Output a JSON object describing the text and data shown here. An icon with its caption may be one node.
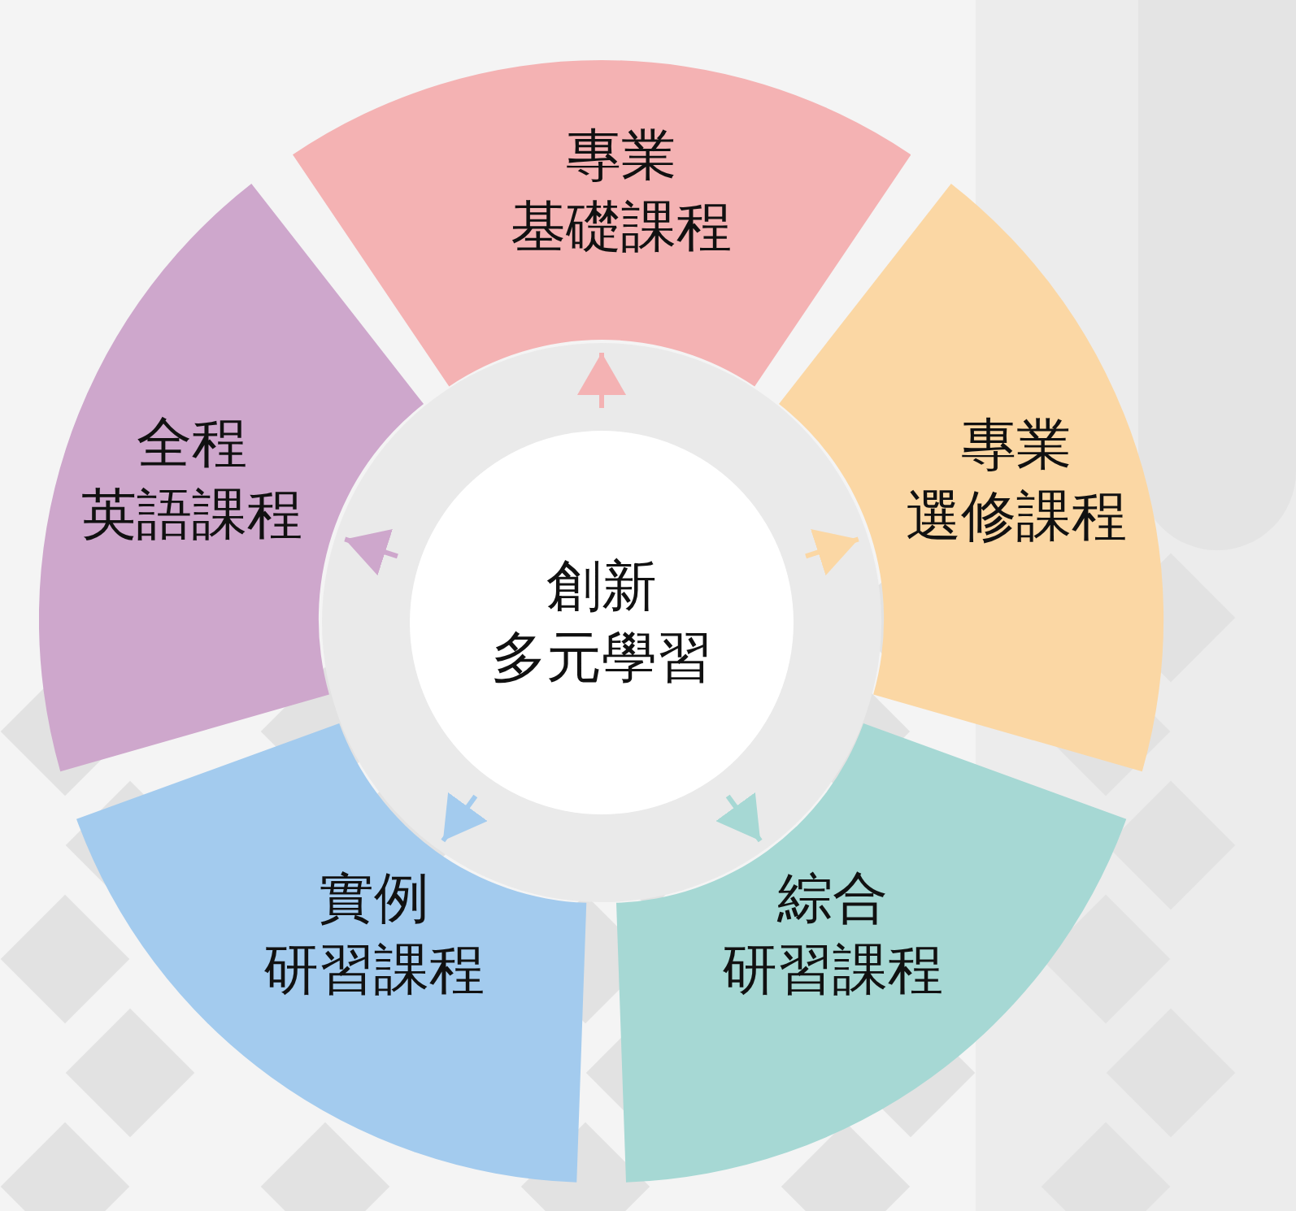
{
  "diagram": {
    "nodes": [
      {
        "text": [
          "創新",
          "多元學習"
        ]
      },
      {
        "text": [
          "專業",
          "基礎課程"
        ]
      },
      {
        "text": [
          "專業",
          "選修課程"
        ]
      },
      {
        "text": [
          "綜合",
          "研習課程"
        ]
      },
      {
        "text": [
          "實例",
          "研習課程"
        ]
      },
      {
        "text": [
          "全程",
          "英語課程"
        ]
      }
    ],
    "edges": [
      {
        "from": 0,
        "to": 1,
        "arrow": "to",
        "color": "#f4b2b3"
      },
      {
        "from": 0,
        "to": 2,
        "arrow": "to",
        "color": "#fbd7a4"
      },
      {
        "from": 0,
        "to": 3,
        "arrow": "to",
        "color": "#a6d8d4"
      },
      {
        "from": 0,
        "to": 4,
        "arrow": "to",
        "color": "#a3cbee"
      },
      {
        "from": 0,
        "to": 5,
        "arrow": "to",
        "color": "#cea7cc"
      }
    ]
  }
}
